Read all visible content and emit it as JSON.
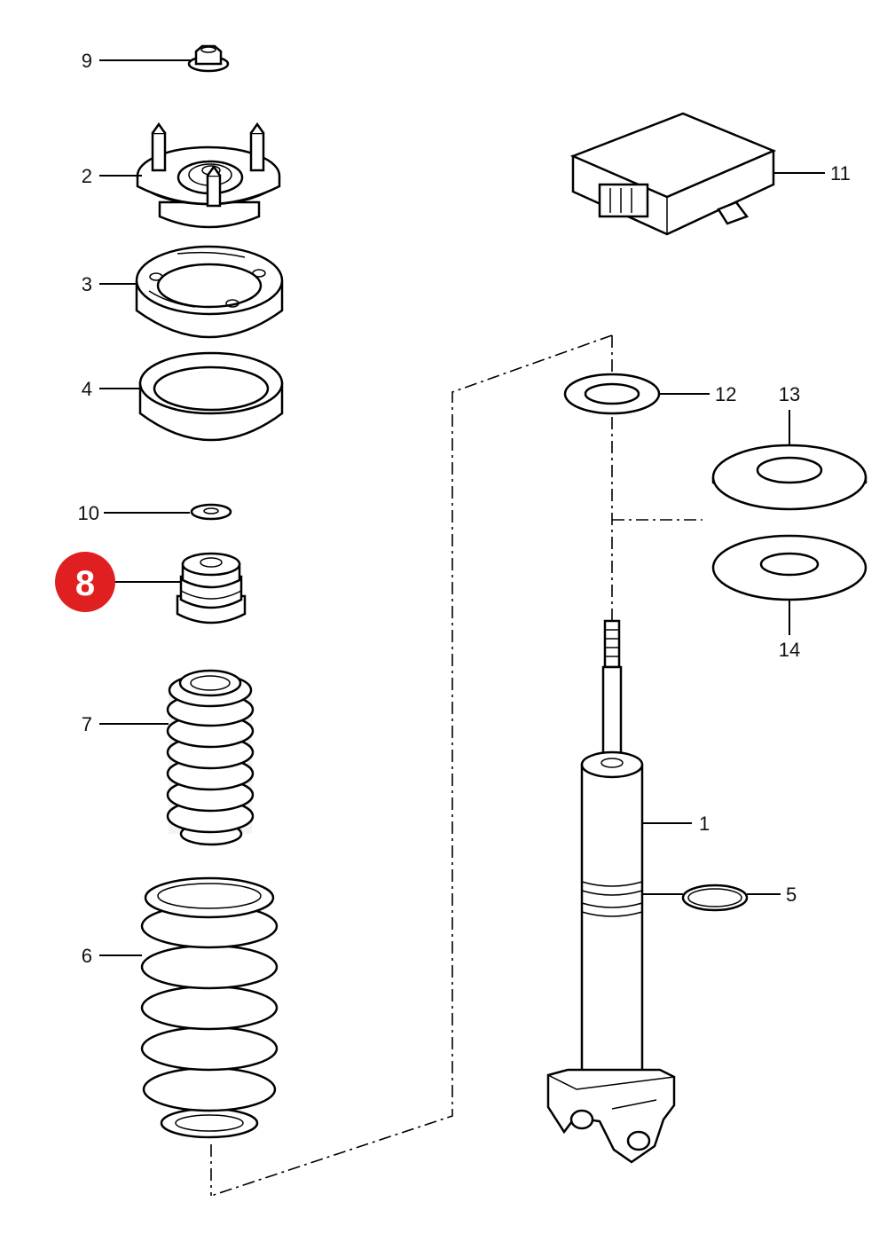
{
  "callouts": {
    "p1": "1",
    "p2": "2",
    "p3": "3",
    "p4": "4",
    "p5": "5",
    "p6": "6",
    "p7": "7",
    "p9": "9",
    "p10": "10",
    "p11": "11",
    "p12": "12",
    "p13": "13",
    "p14": "14"
  },
  "highlight": {
    "label": "8",
    "color": "#e02020"
  }
}
